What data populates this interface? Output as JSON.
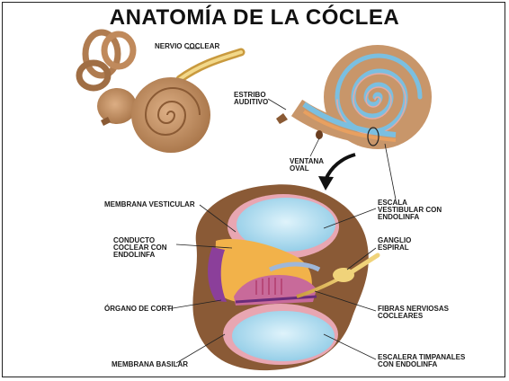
{
  "title": "ANATOMÍA DE LA CÓCLEA",
  "labels": {
    "nervio_coclear": "NERVIO COCLEAR",
    "estribo_1": "ESTRIBO",
    "estribo_2": "AUDITIVO",
    "ventana_1": "VENTANA",
    "ventana_2": "OVAL",
    "membrana_vesticular": "MEMBRANA VESTICULAR",
    "escala_1": "ESCALA",
    "escala_2": "VESTIBULAR CON",
    "escala_3": "ENDOLINFA",
    "conducto_1": "CONDUCTO",
    "conducto_2": "COCLEAR CON",
    "conducto_3": "ENDOLINFA",
    "ganglio_1": "GANGLIO",
    "ganglio_2": "ESPIRAL",
    "organo_corti": "ÓRGANO DE CORTI",
    "fibras_1": "FIBRAS NERVIOSAS",
    "fibras_2": "COCLEARES",
    "membrana_basilar": "MEMBRANA BASILAR",
    "escalera_1": "ESCALERA TIMPANALES",
    "escalera_2": "CON ENDOLINFA"
  },
  "colors": {
    "bone": "#c8966a",
    "bone_dark": "#a8764a",
    "brown_section": "#8a5a36",
    "fluid_blue": "#a9d8ee",
    "membrane_pink": "#e8a6b2",
    "duct_orange": "#f2b24a",
    "corti_purple": "#8b3f9a",
    "nerve_yellow": "#e9c46a"
  }
}
